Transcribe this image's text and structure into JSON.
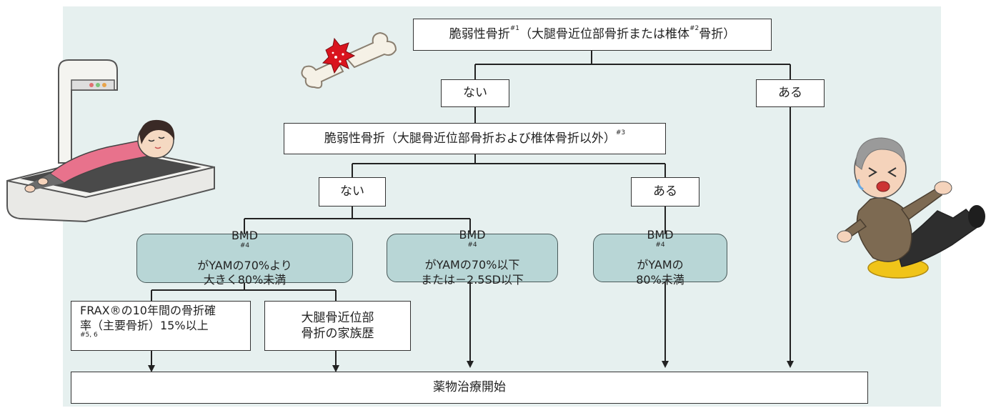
{
  "flow": {
    "q1": {
      "pre": "脆弱性骨折",
      "sup1": "#1",
      "mid": "（大腿骨近位部骨折または椎体",
      "sup2": "#2",
      "post": "骨折）"
    },
    "no1": "ない",
    "yes1": "ある",
    "q2": {
      "text": "脆弱性骨折（大腿骨近位部骨折および椎体骨折以外）",
      "sup": "#3"
    },
    "no2": "ない",
    "yes2": "ある",
    "bmd_a": {
      "pre": "BMD",
      "sup": "#4",
      "line1": "がYAMの70%より",
      "line2": "大きく80%未満"
    },
    "bmd_b": {
      "pre": "BMD",
      "sup": "#4",
      "line1": "がYAMの70%以下",
      "line2": "または－2.5SD以下"
    },
    "bmd_c": {
      "pre": "BMD",
      "sup": "#4",
      "line1": "がYAMの",
      "line2": "80%未満"
    },
    "frax": {
      "line1": "FRAX®の10年間の骨折確",
      "line2": "率（主要骨折）15%以上",
      "sup": "#5, 6"
    },
    "family": {
      "line1": "大腿骨近位部",
      "line2": "骨折の家族歴"
    },
    "start": "薬物治療開始"
  },
  "colors": {
    "panel": "#e6f0ef",
    "teal_box": "#b8d6d6",
    "line": "#222222"
  },
  "illustrations": [
    "dxa-scanner-patient-illustration",
    "broken-bone-illustration",
    "falling-elderly-man-illustration"
  ]
}
